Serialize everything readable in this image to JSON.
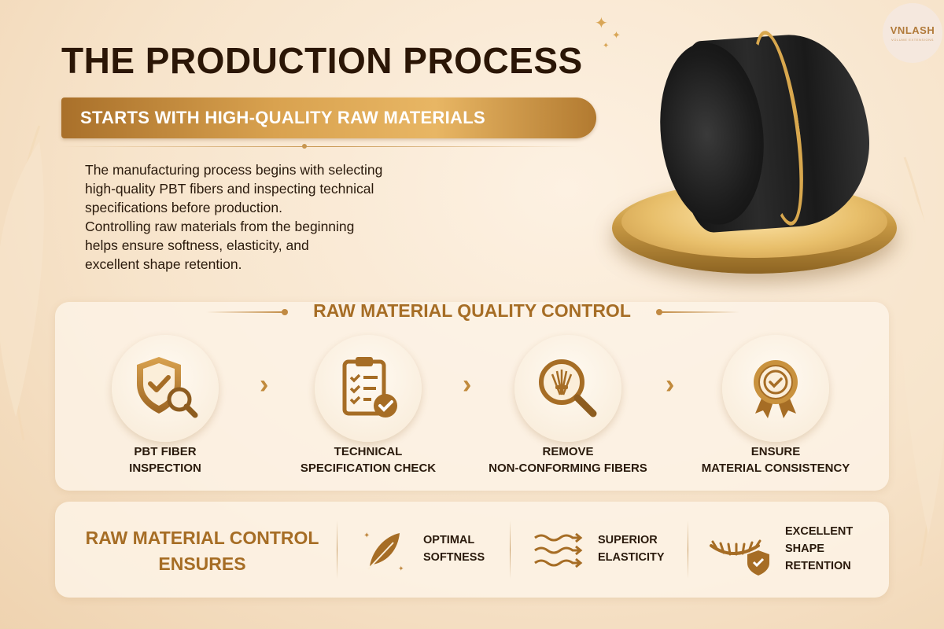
{
  "brand": {
    "logo_text": "VNLASH",
    "logo_subtext": "VOLUME EXTENSIONS"
  },
  "header": {
    "title": "THE PRODUCTION PROCESS",
    "ribbon": "STARTS WITH HIGH-QUALITY RAW MATERIALS"
  },
  "intro": {
    "lines": [
      "The manufacturing process begins with selecting",
      "high-quality PBT fibers and inspecting technical",
      "specifications before production.",
      "Controlling raw materials from the beginning",
      "helps ensure softness, elasticity, and",
      "excellent shape retention."
    ]
  },
  "quality_control": {
    "title": "RAW MATERIAL QUALITY CONTROL",
    "steps": [
      {
        "icon": "shield-magnifier-icon",
        "line1": "PBT FIBER",
        "line2": "INSPECTION"
      },
      {
        "icon": "clipboard-check-icon",
        "line1": "TECHNICAL",
        "line2": "SPECIFICATION CHECK"
      },
      {
        "icon": "magnifier-fibers-icon",
        "line1": "REMOVE",
        "line2": "NON-CONFORMING FIBERS"
      },
      {
        "icon": "award-badge-icon",
        "line1": "ENSURE",
        "line2": "MATERIAL CONSISTENCY"
      }
    ],
    "separator_icon": "chevron-right-icon"
  },
  "benefits": {
    "title_line1": "RAW MATERIAL CONTROL",
    "title_line2": "ENSURES",
    "items": [
      {
        "icon": "feather-icon",
        "lines": [
          "OPTIMAL",
          "SOFTNESS"
        ]
      },
      {
        "icon": "wave-arrows-icon",
        "lines": [
          "SUPERIOR",
          "ELASTICITY"
        ]
      },
      {
        "icon": "eyelash-shield-icon",
        "lines": [
          "EXCELLENT",
          "SHAPE",
          "RETENTION"
        ]
      }
    ]
  },
  "colors": {
    "accent_gold": "#a66d25",
    "ribbon_gold": "#d9a24f",
    "text_dark": "#2a1a0c",
    "background": "#f7e4cb"
  }
}
